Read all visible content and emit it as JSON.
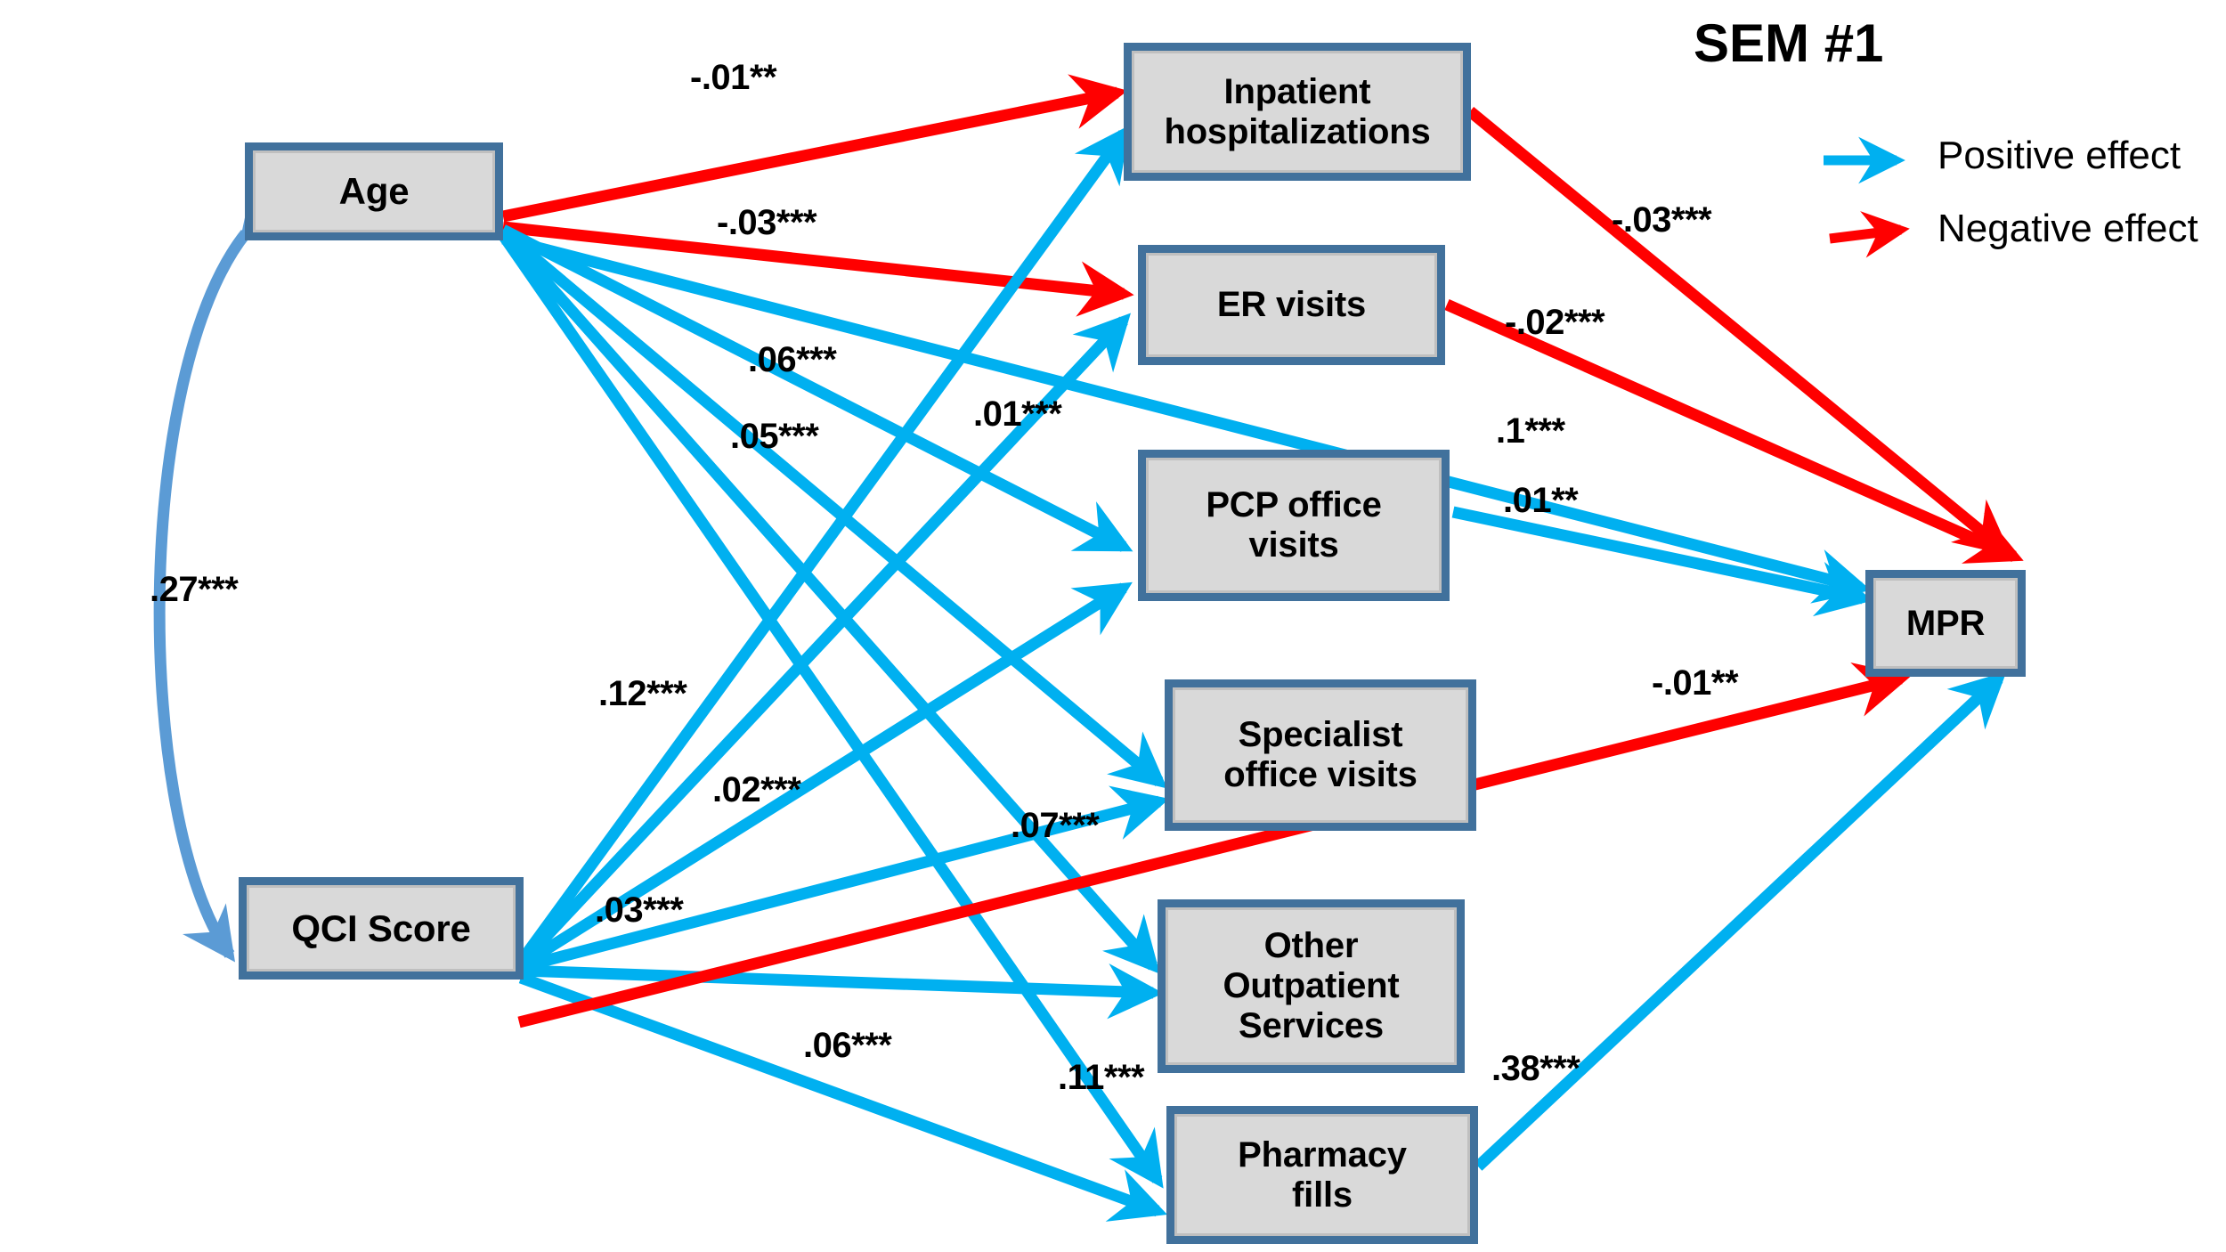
{
  "title": "SEM #1",
  "legend": {
    "positive_label": "Positive effect",
    "negative_label": "Negative effect",
    "positive_color": "#00b0f0",
    "negative_color": "#ff0000"
  },
  "colors": {
    "node_fill": "#d9d9d9",
    "node_border": "#41719c",
    "positive": "#00b0f0",
    "negative": "#ff0000",
    "correlation": "#5b9bd5",
    "text": "#000000",
    "background": "#ffffff"
  },
  "nodes": {
    "age": "Age",
    "qci": "QCI Score",
    "inpatient": "Inpatient\nhospitalizations",
    "er": "ER visits",
    "pcp": "PCP office\nvisits",
    "specialist": "Specialist\noffice visits",
    "other_outpatient": "Other\nOutpatient\nServices",
    "pharmacy": "Pharmacy\nfills",
    "mpr": "MPR"
  },
  "edge_labels": {
    "age_inpatient": "-.01**",
    "age_er": "-.03***",
    "age_pcp": ".06***",
    "age_specialist": ".05***",
    "age_other": ".01***",
    "age_pharmacy": ".12***",
    "qci_inpatient": ".02***",
    "qci_er": ".07***",
    "qci_pcp": ".03***",
    "qci_specialist": ".06***",
    "qci_other": ".11***",
    "qci_mpr": "-.01**",
    "inpatient_mpr": "-.03***",
    "er_mpr": "-.02***",
    "pcp_mpr_a": ".1***",
    "pcp_mpr_b": ".01**",
    "pharmacy_mpr": ".38***",
    "age_qci_corr": ".27***"
  },
  "chart_data": {
    "type": "diagram",
    "title": "SEM #1",
    "description": "Structural equation model path diagram",
    "exogenous": [
      "Age",
      "QCI Score"
    ],
    "mediators": [
      "Inpatient hospitalizations",
      "ER visits",
      "PCP office visits",
      "Specialist office visits",
      "Other Outpatient Services",
      "Pharmacy fills"
    ],
    "outcome": "MPR",
    "paths": [
      {
        "from": "Age",
        "to": "Inpatient hospitalizations",
        "coef": "-.01**",
        "sign": "negative"
      },
      {
        "from": "Age",
        "to": "ER visits",
        "coef": "-.03***",
        "sign": "negative"
      },
      {
        "from": "Age",
        "to": "PCP office visits",
        "coef": ".06***",
        "sign": "positive"
      },
      {
        "from": "Age",
        "to": "Specialist office visits",
        "coef": ".05***",
        "sign": "positive"
      },
      {
        "from": "Age",
        "to": "Other Outpatient Services",
        "coef": ".01***",
        "sign": "positive"
      },
      {
        "from": "Age",
        "to": "Pharmacy fills",
        "coef": ".12***",
        "sign": "positive"
      },
      {
        "from": "Age",
        "to": "MPR",
        "coef": ".1***",
        "sign": "positive"
      },
      {
        "from": "QCI Score",
        "to": "Inpatient hospitalizations",
        "coef": ".02***",
        "sign": "positive"
      },
      {
        "from": "QCI Score",
        "to": "ER visits",
        "coef": ".07***",
        "sign": "positive"
      },
      {
        "from": "QCI Score",
        "to": "PCP office visits",
        "coef": ".03***",
        "sign": "positive"
      },
      {
        "from": "QCI Score",
        "to": "Specialist office visits",
        "coef": ".06***",
        "sign": "positive"
      },
      {
        "from": "QCI Score",
        "to": "Other Outpatient Services",
        "coef": ".11***",
        "sign": "positive"
      },
      {
        "from": "QCI Score",
        "to": "Pharmacy fills",
        "coef": ".06***",
        "sign": "positive"
      },
      {
        "from": "QCI Score",
        "to": "MPR",
        "coef": "-.01**",
        "sign": "negative"
      },
      {
        "from": "Inpatient hospitalizations",
        "to": "MPR",
        "coef": "-.03***",
        "sign": "negative"
      },
      {
        "from": "ER visits",
        "to": "MPR",
        "coef": "-.02***",
        "sign": "negative"
      },
      {
        "from": "PCP office visits",
        "to": "MPR",
        "coef": ".01**",
        "sign": "positive"
      },
      {
        "from": "Pharmacy fills",
        "to": "MPR",
        "coef": ".38***",
        "sign": "positive"
      }
    ],
    "correlations": [
      {
        "between": [
          "Age",
          "QCI Score"
        ],
        "coef": ".27***"
      }
    ],
    "legend": [
      {
        "label": "Positive effect",
        "color": "#00b0f0"
      },
      {
        "label": "Negative effect",
        "color": "#ff0000"
      }
    ]
  }
}
